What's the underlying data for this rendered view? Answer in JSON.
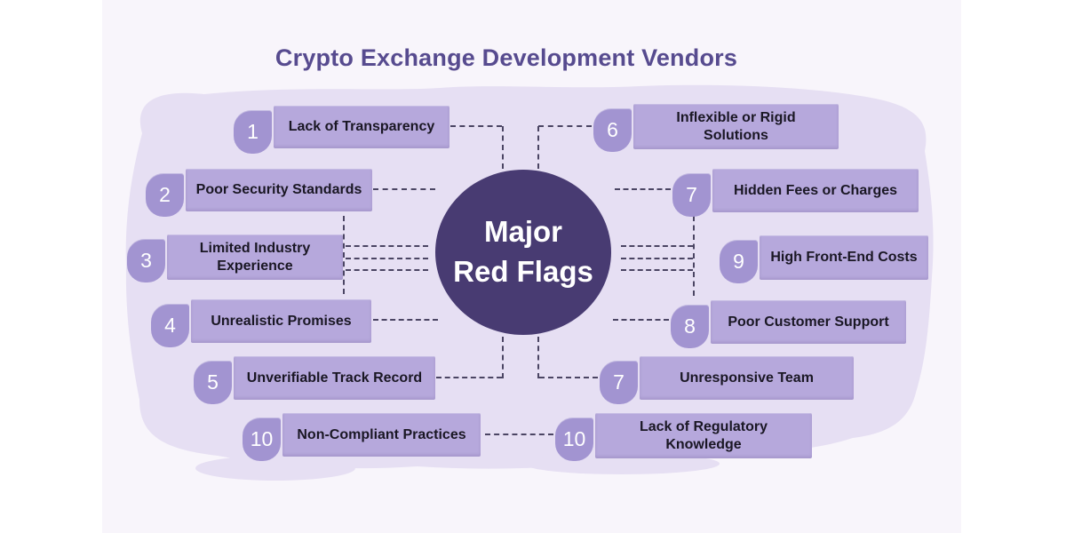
{
  "title": "Crypto Exchange Development Vendors",
  "center": {
    "line1": "Major",
    "line2": "Red Flags"
  },
  "items": [
    {
      "num": "1",
      "label": "Lack of Transparency"
    },
    {
      "num": "2",
      "label": "Poor Security Standards"
    },
    {
      "num": "3",
      "label": "Limited Industry Experience"
    },
    {
      "num": "4",
      "label": "Unrealistic Promises"
    },
    {
      "num": "5",
      "label": "Unverifiable Track Record"
    },
    {
      "num": "10",
      "label": "Non-Compliant Practices"
    },
    {
      "num": "6",
      "label": "Inflexible or Rigid Solutions"
    },
    {
      "num": "7",
      "label": "Hidden Fees or Charges"
    },
    {
      "num": "9",
      "label": "High Front-End Costs"
    },
    {
      "num": "8",
      "label": "Poor Customer Support"
    },
    {
      "num": "7",
      "label": "Unresponsive Team"
    },
    {
      "num": "10",
      "label": "Lack of Regulatory Knowledge"
    }
  ],
  "colors": {
    "page_background": "#ffffff",
    "card_background": "#f8f5fb",
    "blob_background": "#e6dff3",
    "box_fill": "#b6a8dc",
    "badge_fill": "#a294d1",
    "circle_fill": "#483b72",
    "title_text": "#574b8f",
    "box_text": "#1a1724",
    "connector": "#4b4563"
  }
}
